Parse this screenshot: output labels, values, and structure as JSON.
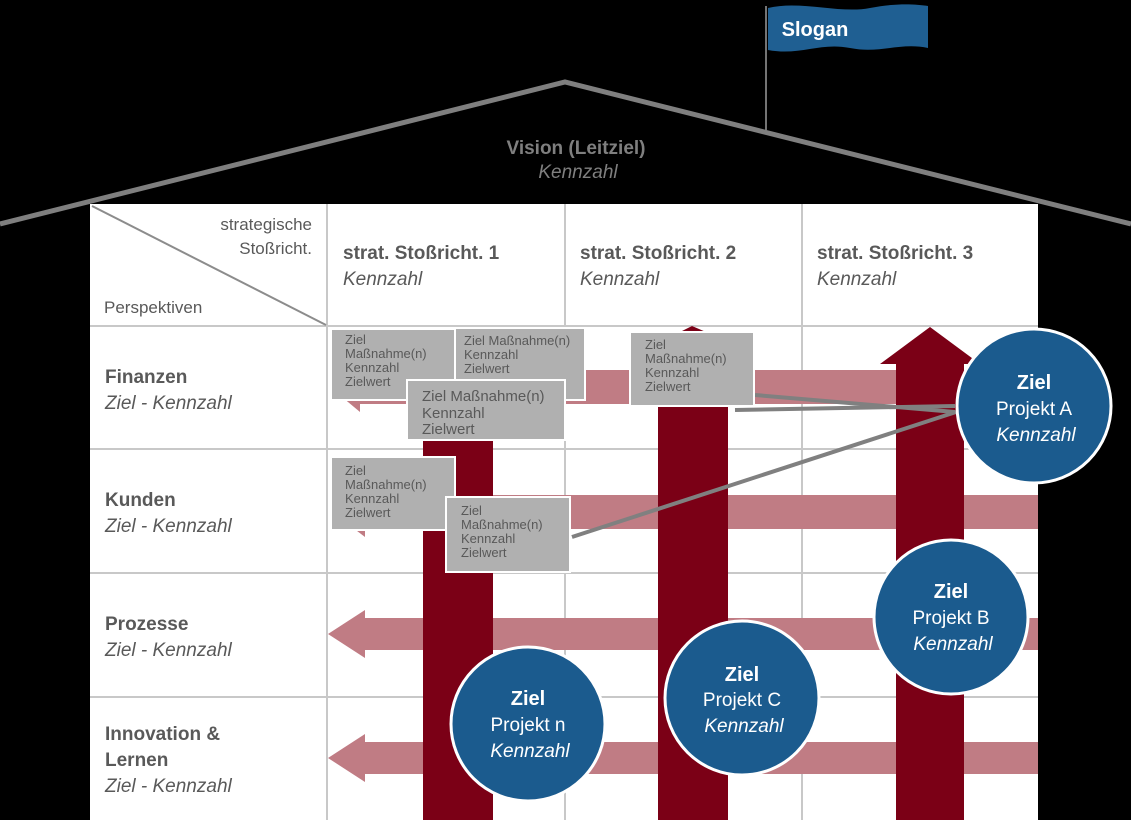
{
  "colors": {
    "background": "#000000",
    "grid": "#ffffff",
    "grid_line": "#c8c8c8",
    "roof": "#7f7f7f",
    "text": "#595959",
    "vertical_arrow": "#7b0016",
    "horizontal_arrow": "#c07c84",
    "circle": "#1b5b8e",
    "flag": "#1f5f92",
    "note_box": "#b0b0b0",
    "connector": "#808080"
  },
  "flag": {
    "label": "Slogan"
  },
  "roof": {
    "title": "Vision (Leitziel)",
    "subtitle": "Kennzahl"
  },
  "header_corner": {
    "top_line1": "strategische",
    "top_line2": "Stoßricht.",
    "bottom": "Perspektiven"
  },
  "columns": [
    {
      "title": "strat. Stoßricht. 1",
      "subtitle": "Kennzahl"
    },
    {
      "title": "strat. Stoßricht. 2",
      "subtitle": "Kennzahl"
    },
    {
      "title": "strat. Stoßricht. 3",
      "subtitle": "Kennzahl"
    }
  ],
  "rows": [
    {
      "title": "Finanzen",
      "subtitle": "Ziel - Kennzahl"
    },
    {
      "title": "Kunden",
      "subtitle": "Ziel - Kennzahl"
    },
    {
      "title": "Prozesse",
      "subtitle": "Ziel - Kennzahl"
    },
    {
      "title_line1": "Innovation &",
      "title_line2": "Lernen",
      "subtitle": "Ziel - Kennzahl"
    }
  ],
  "notes": [
    {
      "l1": "Ziel",
      "l2": "Maßnahme(n)",
      "l3": "Kennzahl",
      "l4": "Zielwert"
    },
    {
      "l1": "Ziel Maßnahme(n)",
      "l2": "Kennzahl",
      "l3": "Zielwert"
    },
    {
      "l1": "Ziel Maßnahme(n)",
      "l2": "Kennzahl",
      "l3": "Zielwert"
    },
    {
      "l1": "Ziel",
      "l2": "Maßnahme(n)",
      "l3": "Kennzahl",
      "l4": "Zielwert"
    },
    {
      "l1": "Ziel",
      "l2": "Maßnahme(n)",
      "l3": "Kennzahl",
      "l4": "Zielwert"
    },
    {
      "l1": "Ziel",
      "l2": "Maßnahme(n)",
      "l3": "Kennzahl",
      "l4": "Zielwert"
    }
  ],
  "circles": [
    {
      "title": "Ziel",
      "line2": "Projekt A",
      "line3": "Kennzahl"
    },
    {
      "title": "Ziel",
      "line2": "Projekt B",
      "line3": "Kennzahl"
    },
    {
      "title": "Ziel",
      "line2": "Projekt C",
      "line3": "Kennzahl"
    },
    {
      "title": "Ziel",
      "line2": "Projekt n",
      "line3": "Kennzahl"
    }
  ]
}
